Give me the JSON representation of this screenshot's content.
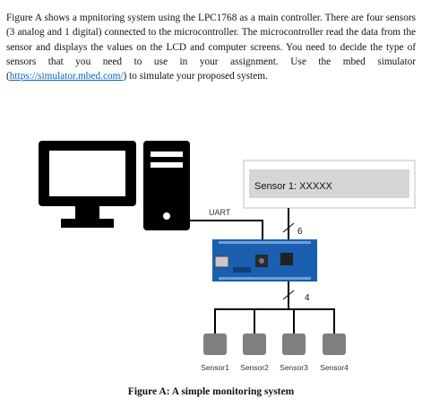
{
  "paragraph": {
    "before_link": "Figure A shows a mpnitoring system using the LPC1768 as a main controller. There are four sensors (3 analog and 1 digital) connected to the microcontroller. The microcontroller read the data from the sensor and displays the values on the LCD and computer screens. You need to decide the type of sensors that you need to use in your assignment. Use the mbed simulator (",
    "link": "https://simulator.mbed.com/",
    "after_link": ") to simulate your proposed system."
  },
  "lcd": {
    "text": "Sensor 1: XXXXX"
  },
  "labels": {
    "uart": "UART",
    "lcd_bus": "6",
    "sensor_bus": "4"
  },
  "sensors": [
    "Sensor1",
    "Sensor2",
    "Sensor3",
    "Sensor4"
  ],
  "caption": "Figure A: A simple monitoring system",
  "colors": {
    "board": "#1a5fb0",
    "sensor": "#7f7f7f",
    "lcd_screen": "#d6d6d6",
    "link": "#0563c1"
  }
}
